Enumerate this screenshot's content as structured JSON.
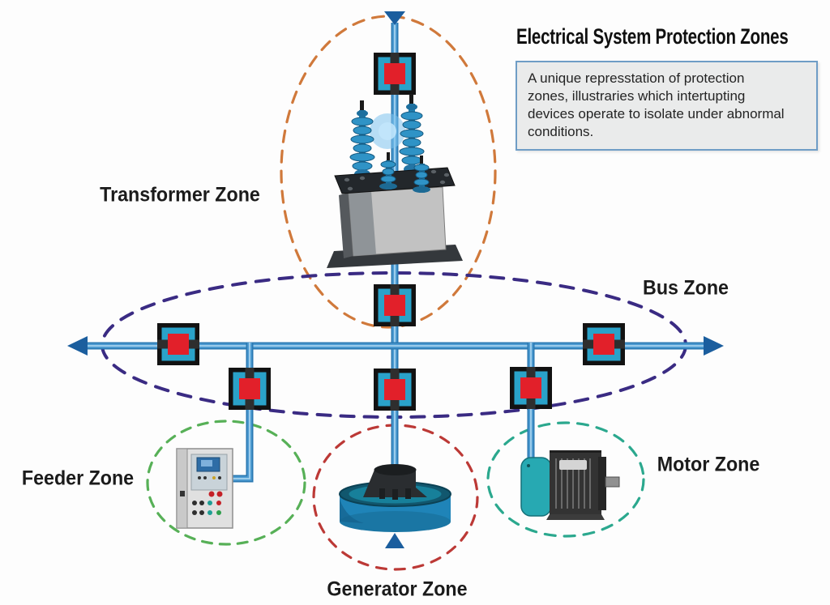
{
  "header": {
    "title": "Electrical System Protection Zones",
    "description": "A unique represstation of protection\nzones, illustraries which intertupting\ndevices operate to isolate under abnormal\nconditions."
  },
  "zones": {
    "transformer": {
      "label": "Transformer Zone",
      "boundary_color": "#d0793b"
    },
    "bus": {
      "label": "Bus Zone",
      "boundary_color": "#3a2b83"
    },
    "feeder": {
      "label": "Feeder Zone",
      "boundary_color": "#57b057"
    },
    "generator": {
      "label": "Generator Zone",
      "boundary_color": "#bc3936"
    },
    "motor": {
      "label": "Motor Zone",
      "boundary_color": "#2ba88e"
    }
  },
  "palette": {
    "line_blue": "#4f9dd3",
    "line_blue_dark": "#2a79b2",
    "line_blue_sheen": "#a5d2ee",
    "arrow_blue": "#1b5e9e",
    "breaker_fill": "#2aa2c9",
    "breaker_border": "#121212",
    "breaker_band": "#2e2e2e",
    "breaker_red": "#e2202a",
    "panel_bg": "#eaebeb",
    "panel_border": "#6f9dc6",
    "label_color": "#1b1b1b"
  },
  "equipment": {
    "transformer": "power-transformer",
    "feeder": "feeder-control-cabinet",
    "generator": "generator-unit",
    "motor": "electric-motor"
  },
  "breakers": {
    "icon": "circuit-breaker",
    "count": 7
  }
}
